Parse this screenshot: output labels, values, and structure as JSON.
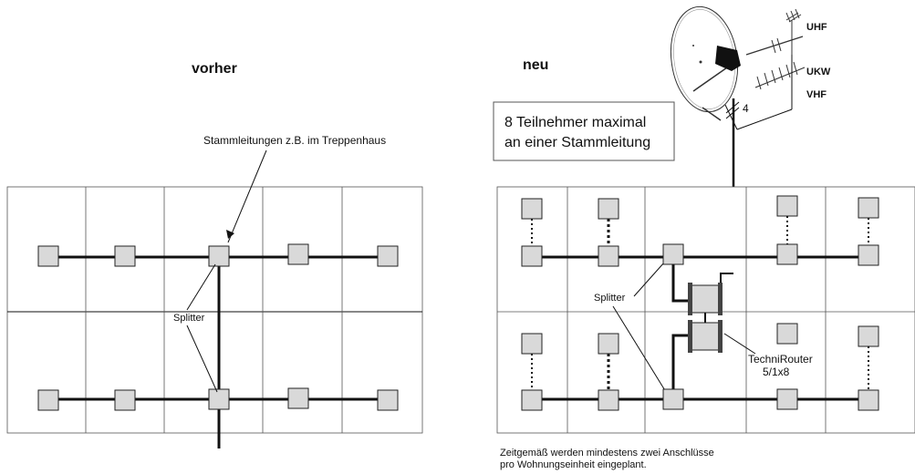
{
  "left": {
    "title": "vorher",
    "callout": "Stammleitungen z.B. im Treppenhaus",
    "splitter_label": "Splitter"
  },
  "right": {
    "title": "neu",
    "info_box": [
      "8 Teilnehmer maximal",
      "an einer Stammleitung"
    ],
    "cable_count": "4",
    "splitter_label": "Splitter",
    "router_label": [
      "TechniRouter",
      "5/1x8"
    ],
    "antennas": [
      "UHF",
      "UKW",
      "VHF"
    ],
    "footnote": [
      "Zeitgemäß werden mindestens zwei Anschlüsse",
      "pro Wohnungseinheit eingeplant."
    ]
  }
}
